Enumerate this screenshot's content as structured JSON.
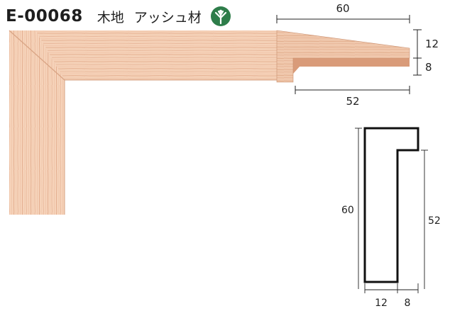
{
  "header": {
    "code": "E-00068",
    "finish": "木地",
    "material": "アッシュ材",
    "badge_icon": "tree-icon",
    "badge_color": "#2e7d4a"
  },
  "colors": {
    "wood_light": "#f6d2b8",
    "wood_mid": "#efc3a5",
    "wood_dark": "#dca07f",
    "line": "#222222"
  },
  "dimensions": {
    "top_width": "60",
    "top_height": "12",
    "top_rabbet": "8",
    "top_inner": "52",
    "side_height": "60",
    "side_inner_height": "52",
    "side_width": "12",
    "side_rabbet": "8"
  }
}
